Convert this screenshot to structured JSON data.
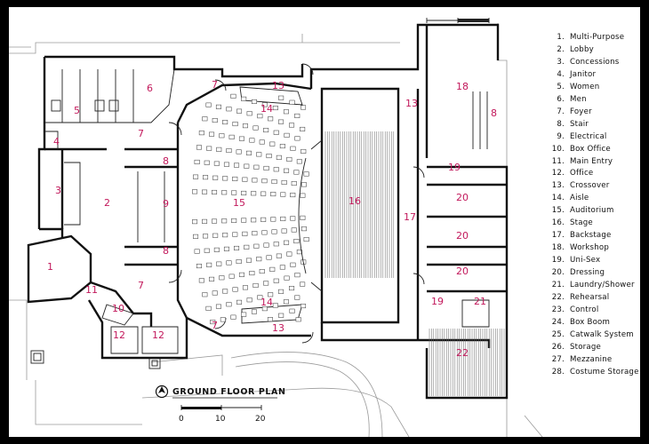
{
  "plan": {
    "title": "GROUND FLOOR PLAN",
    "scale_labels": [
      "0",
      "10",
      "20"
    ],
    "room_labels": [
      "1",
      "2",
      "3",
      "4",
      "5",
      "6",
      "7",
      "8",
      "9",
      "10",
      "11",
      "12",
      "13",
      "14",
      "15",
      "16",
      "17",
      "18",
      "19",
      "20",
      "21",
      "22"
    ]
  },
  "legend": [
    {
      "n": "1.",
      "label": "Multi-Purpose"
    },
    {
      "n": "2.",
      "label": "Lobby"
    },
    {
      "n": "3.",
      "label": "Concessions"
    },
    {
      "n": "4.",
      "label": "Janitor"
    },
    {
      "n": "5.",
      "label": "Women"
    },
    {
      "n": "6.",
      "label": "Men"
    },
    {
      "n": "7.",
      "label": "Foyer"
    },
    {
      "n": "8.",
      "label": "Stair"
    },
    {
      "n": "9.",
      "label": "Electrical"
    },
    {
      "n": "10.",
      "label": "Box Office"
    },
    {
      "n": "11.",
      "label": "Main Entry"
    },
    {
      "n": "12.",
      "label": "Office"
    },
    {
      "n": "13.",
      "label": "Crossover"
    },
    {
      "n": "14.",
      "label": "Aisle"
    },
    {
      "n": "15.",
      "label": "Auditorium"
    },
    {
      "n": "16.",
      "label": "Stage"
    },
    {
      "n": "17.",
      "label": "Backstage"
    },
    {
      "n": "18.",
      "label": "Workshop"
    },
    {
      "n": "19.",
      "label": "Uni-Sex"
    },
    {
      "n": "20.",
      "label": "Dressing"
    },
    {
      "n": "21.",
      "label": "Laundry/Shower"
    },
    {
      "n": "22.",
      "label": "Rehearsal"
    },
    {
      "n": "23.",
      "label": "Control"
    },
    {
      "n": "24.",
      "label": "Box Boom"
    },
    {
      "n": "25.",
      "label": "Catwalk System"
    },
    {
      "n": "26.",
      "label": "Storage"
    },
    {
      "n": "27.",
      "label": "Mezzanine"
    },
    {
      "n": "28.",
      "label": "Costume Storage"
    }
  ],
  "colors": {
    "room_label": "#c2185b",
    "wall": "#111111",
    "frame": "#000000"
  }
}
